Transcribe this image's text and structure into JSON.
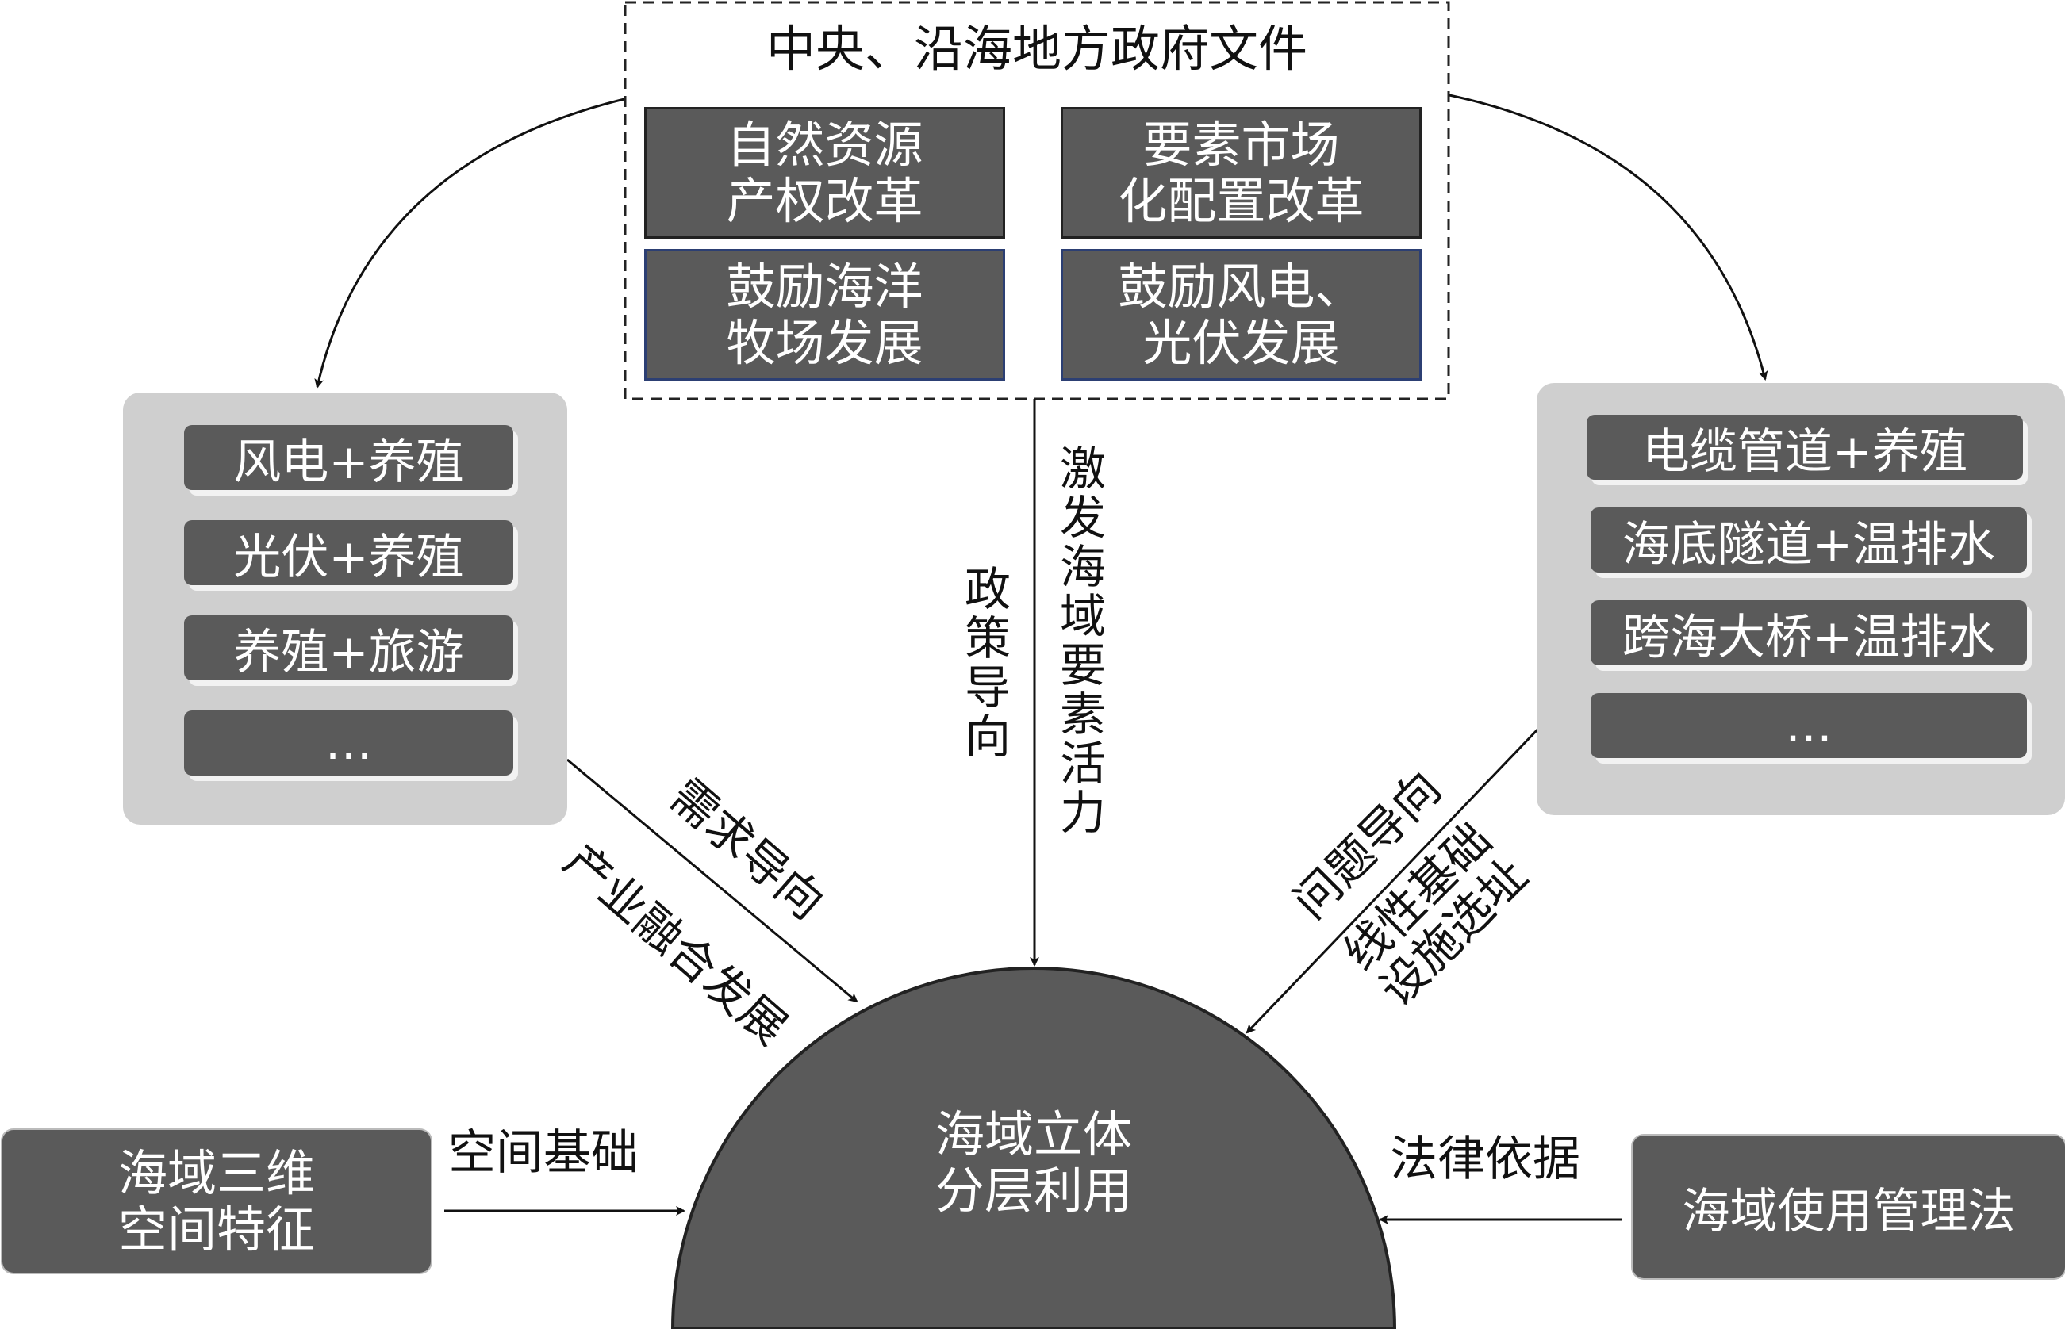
{
  "top": {
    "title": "中央、沿海地方政府文件",
    "boxes": [
      "自然资源\n产权改革",
      "要素市场\n化配置改革",
      "鼓励海洋\n牧场发展",
      "鼓励风电、\n光伏发展"
    ]
  },
  "left_panel": {
    "items": [
      "风电+养殖",
      "光伏+养殖",
      "养殖+旅游",
      "…"
    ]
  },
  "right_panel": {
    "items": [
      "电缆管道+养殖",
      "海底隧道+温排水",
      "跨海大桥+温排水",
      "…"
    ]
  },
  "center": {
    "label": "海域立体\n分层利用"
  },
  "bottom_left": {
    "box": "海域三维\n空间特征",
    "arrow_label": "空间基础"
  },
  "bottom_right": {
    "box": "海域使用管理法",
    "arrow_label": "法律依据"
  },
  "arrow_labels": {
    "policy": "政策导向",
    "stimulate": "激发海域要素活力",
    "demand": "需求导向",
    "industry": "产业融合发展",
    "problem": "问题导向",
    "linear": "线性基础\n设施选址"
  },
  "colors": {
    "dark_box": "#5a5a5a",
    "panel": "#cfcfcf",
    "blue_border": "#2c3f73"
  }
}
